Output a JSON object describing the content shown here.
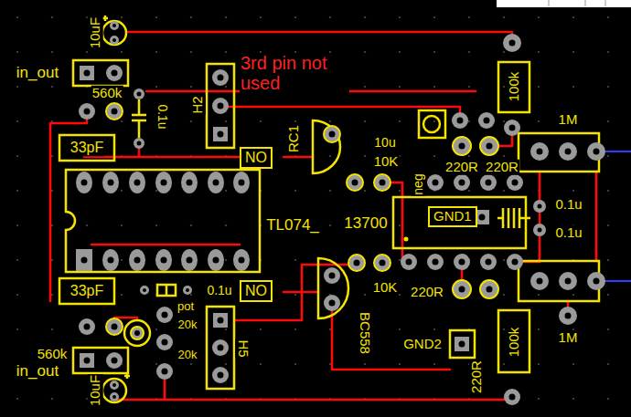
{
  "diagram": {
    "nodes": [
      {
        "text": [
          "NO"
        ]
      },
      {
        "text": [
          "GND1"
        ]
      },
      {
        "text": [
          "NO"
        ]
      }
    ],
    "labels": [
      "10uF",
      "in_out",
      "560k",
      "0.1u",
      "H2",
      "3rd pin not used",
      "100k",
      "1M",
      "33pF",
      "RC1",
      "10u",
      "10K",
      "neg",
      "220R",
      "220R",
      "TL074_",
      "13700",
      "0.1u",
      "0.1u",
      "33pF",
      "0.1u",
      "pot",
      "10K",
      "220R",
      "20k",
      "BC558",
      "GND2",
      "1M",
      "100k",
      "H5",
      "560k",
      "20k",
      "in_out",
      "220R",
      "10uF"
    ]
  }
}
